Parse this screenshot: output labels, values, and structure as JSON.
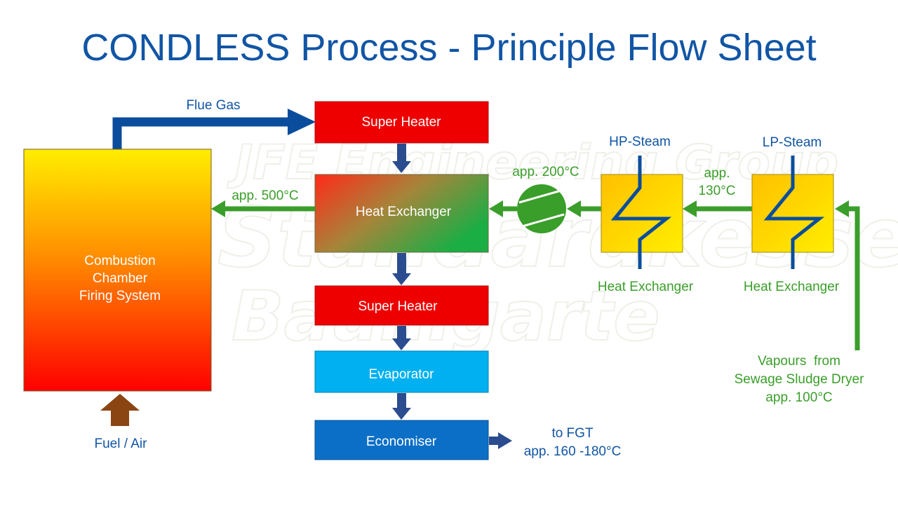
{
  "title": "CONDLESS Process - Principle Flow Sheet",
  "watermark": {
    "line1": "JFE Engineering Group",
    "line2": "Standardkessel",
    "line3": "Baumgarte"
  },
  "boxes": {
    "combustion": [
      "Combustion",
      "Chamber",
      "Firing System"
    ],
    "super_heater_top": "Super Heater",
    "heat_exchanger_main": "Heat Exchanger",
    "super_heater_bottom": "Super Heater",
    "evaporator": "Evaporator",
    "economiser": "Economiser"
  },
  "labels": {
    "flue_gas": "Flue Gas",
    "app_500": "app. 500°C",
    "app_200": "app. 200°C",
    "app_130": [
      "app.",
      "130°C"
    ],
    "hp_steam": "HP-Steam",
    "lp_steam": "LP-Steam",
    "hx_hp": "Heat Exchanger",
    "hx_lp": "Heat Exchanger",
    "vapours": [
      "Vapours  from",
      "Sewage Sludge Dryer",
      "app. 100°C"
    ],
    "fuel_air": "Fuel / Air",
    "to_fgt": [
      "to FGT",
      "app. 160 -180°C"
    ]
  },
  "colors": {
    "title_blue": "#1155a5",
    "flue_blue": "#0a4d9c",
    "vapour_green": "#3a9e2a",
    "super_heater_red": "#ee0000",
    "evaporator_cyan": "#00b0f0",
    "economiser_blue": "#0b6fc7",
    "fuel_brown": "#8b4513",
    "hx_yellow": "#ffdd00"
  }
}
